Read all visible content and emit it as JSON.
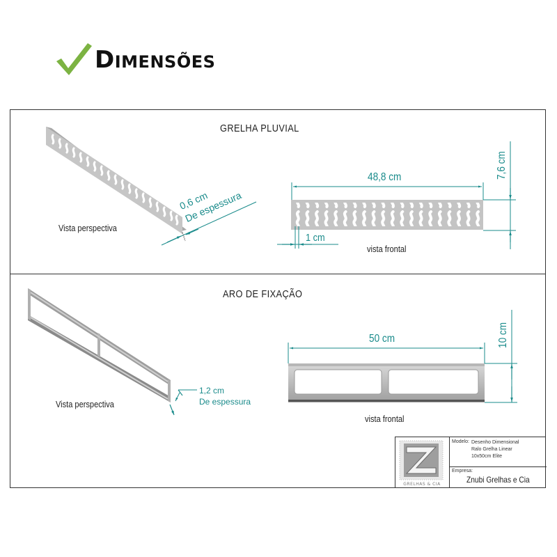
{
  "header": {
    "icon": "checkmark-icon",
    "icon_color": "#7cb342",
    "title_first_letter": "D",
    "title_rest": "IMENSÕES"
  },
  "sections": [
    {
      "title": "GRELHA PLUVIAL",
      "perspective_label": "Vista perspectiva",
      "frontal_label": "vista frontal",
      "dimensions": {
        "thickness_value": "0,6 cm",
        "thickness_caption": "De espessura",
        "width": "48,8 cm",
        "height": "7,6 cm",
        "margin": "1 cm"
      }
    },
    {
      "title": "ARO DE FIXAÇÃO",
      "perspective_label": "Vista perspectiva",
      "frontal_label": "vista frontal",
      "dimensions": {
        "thickness_value": "1,2 cm",
        "thickness_caption": "De espessura",
        "width": "50 cm",
        "height": "10 cm"
      }
    }
  ],
  "title_block": {
    "logo_caption": "GRELHAS & CIA",
    "model_label": "Modelo:",
    "model_lines": [
      "Desenho Dimensional",
      "Ralo Grelha Linear",
      "10x50cm Elite"
    ],
    "company_label": "Empresa:",
    "company_name": "Znubi Grelhas e Cia"
  },
  "colors": {
    "dimension": "#1a8b8b",
    "part_fill": "#bdbdbd",
    "border": "#333333"
  }
}
